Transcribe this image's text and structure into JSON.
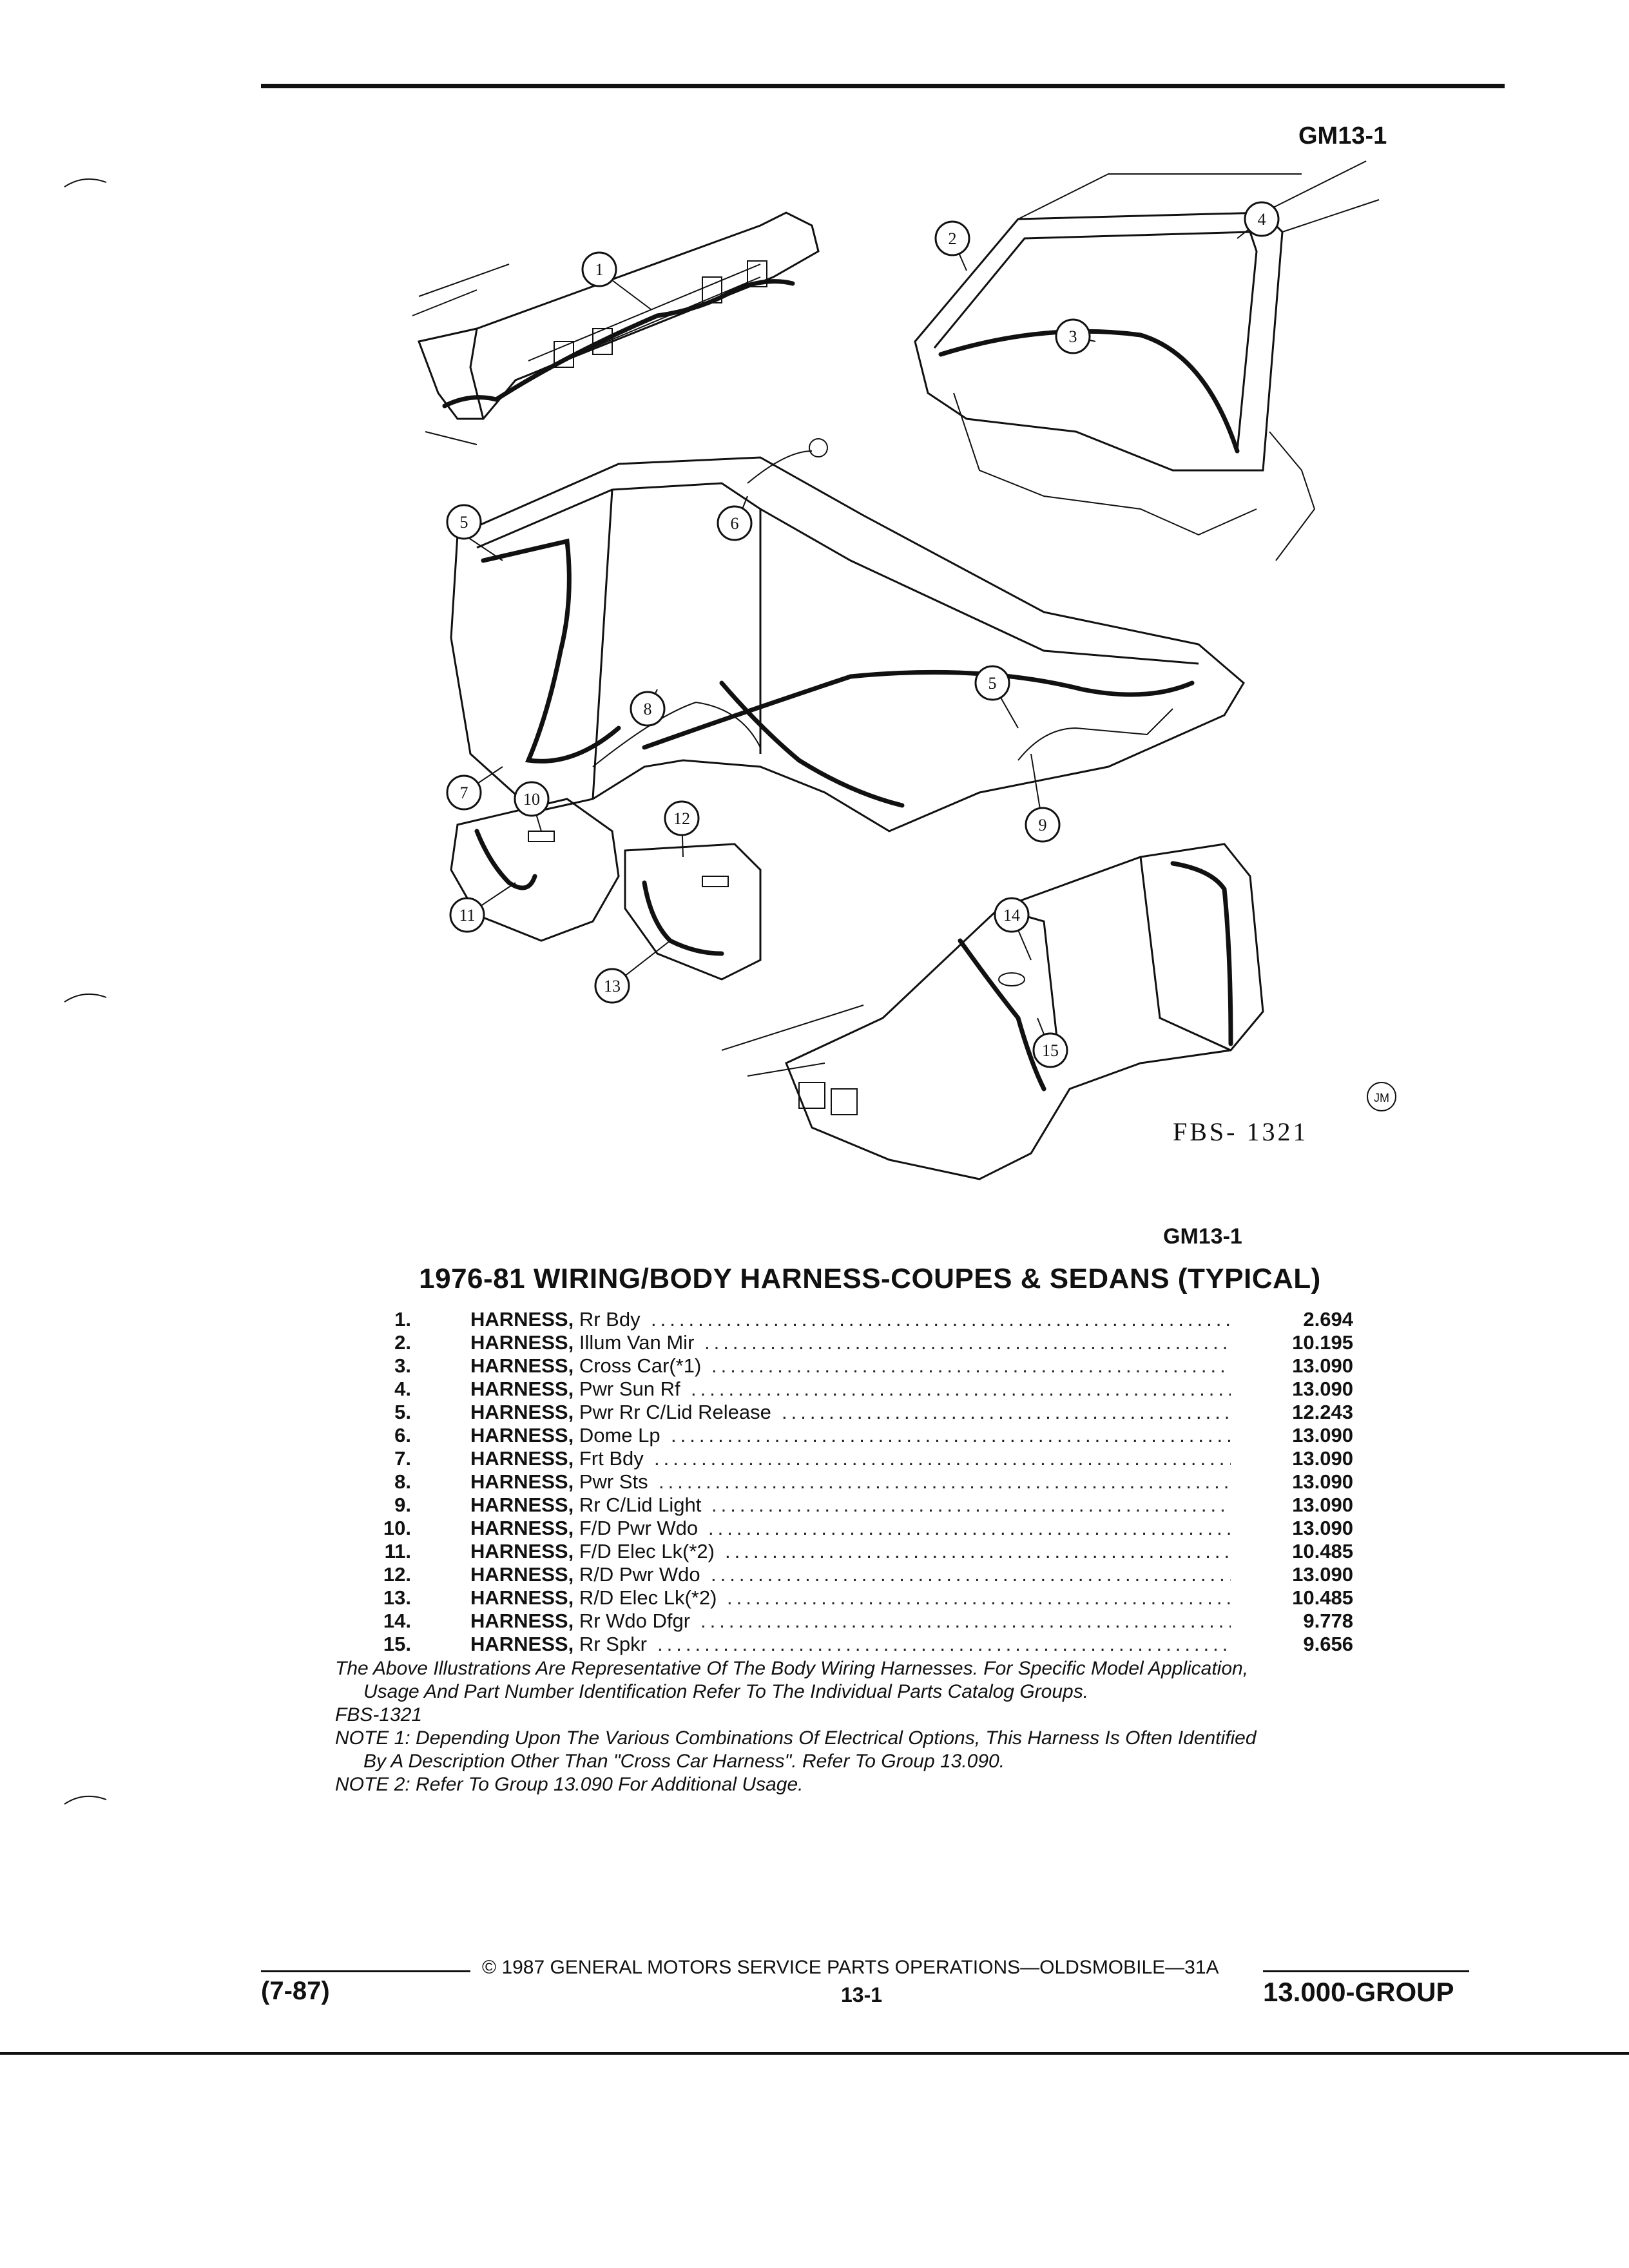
{
  "header": {
    "figure_id": "GM13-1"
  },
  "diagram": {
    "callouts": [
      "1",
      "2",
      "3",
      "4",
      "5",
      "6",
      "5",
      "7",
      "8",
      "9",
      "10",
      "12",
      "11",
      "13",
      "14",
      "15"
    ],
    "drawing_code": "FBS- 1321",
    "artist_mark": "JM",
    "caption_id": "GM13-1"
  },
  "title": "1976-81 WIRING/BODY HARNESS-COUPES & SEDANS (TYPICAL)",
  "parts": [
    {
      "num": "1.",
      "name": "HARNESS,",
      "desc": "Rr Bdy",
      "group": "2.694"
    },
    {
      "num": "2.",
      "name": "HARNESS,",
      "desc": "Illum Van Mir",
      "group": "10.195"
    },
    {
      "num": "3.",
      "name": "HARNESS,",
      "desc": "Cross Car(*1)",
      "group": "13.090"
    },
    {
      "num": "4.",
      "name": "HARNESS,",
      "desc": "Pwr Sun Rf",
      "group": "13.090"
    },
    {
      "num": "5.",
      "name": "HARNESS,",
      "desc": "Pwr Rr C/Lid Release",
      "group": "12.243"
    },
    {
      "num": "6.",
      "name": "HARNESS,",
      "desc": "Dome Lp",
      "group": "13.090"
    },
    {
      "num": "7.",
      "name": "HARNESS,",
      "desc": "Frt Bdy",
      "group": "13.090"
    },
    {
      "num": "8.",
      "name": "HARNESS,",
      "desc": "Pwr Sts",
      "group": "13.090"
    },
    {
      "num": "9.",
      "name": "HARNESS,",
      "desc": "Rr C/Lid Light",
      "group": "13.090"
    },
    {
      "num": "10.",
      "name": "HARNESS,",
      "desc": "F/D Pwr Wdo",
      "group": "13.090"
    },
    {
      "num": "11.",
      "name": "HARNESS,",
      "desc": "F/D Elec Lk(*2)",
      "group": "10.485"
    },
    {
      "num": "12.",
      "name": "HARNESS,",
      "desc": "R/D Pwr Wdo",
      "group": "13.090"
    },
    {
      "num": "13.",
      "name": "HARNESS,",
      "desc": "R/D Elec Lk(*2)",
      "group": "10.485"
    },
    {
      "num": "14.",
      "name": "HARNESS,",
      "desc": "Rr Wdo Dfgr",
      "group": "9.778"
    },
    {
      "num": "15.",
      "name": "HARNESS,",
      "desc": "Rr Spkr",
      "group": "9.656"
    }
  ],
  "leader_dots": "........................................................................",
  "notes": {
    "line1": "The Above Illustrations Are Representative Of The Body Wiring Harnesses. For Specific Model Application,",
    "line2": "Usage And Part Number Identification Refer To The Individual Parts Catalog Groups.",
    "line3": "FBS-1321",
    "line4": "NOTE 1: Depending Upon The Various Combinations Of Electrical Options, This Harness Is Often Identified",
    "line5": "By A Description Other Than \"Cross Car Harness\". Refer To Group 13.090.",
    "line6": "NOTE 2: Refer To Group 13.090 For Additional Usage."
  },
  "footer": {
    "date_code": "(7-87)",
    "copyright": "© 1987 GENERAL MOTORS SERVICE PARTS OPERATIONS—OLDSMOBILE—31A",
    "page": "13-1",
    "group": "13.000-GROUP"
  }
}
